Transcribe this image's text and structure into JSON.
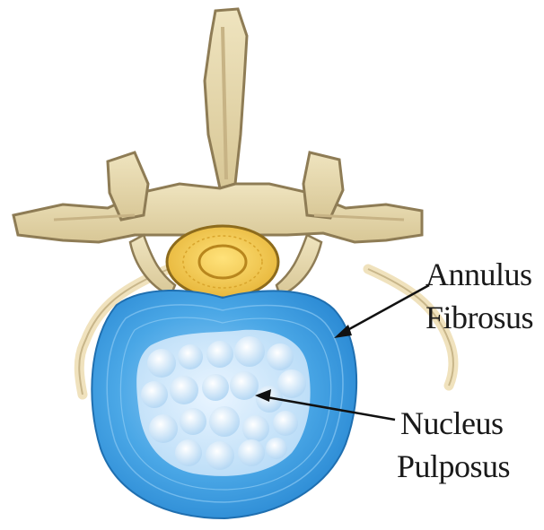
{
  "diagram": {
    "labels": {
      "annulus_line1": "Annulus",
      "annulus_line2": "Fibrosus",
      "nucleus_line1": "Nucleus",
      "nucleus_line2": "Pulposus"
    },
    "colors": {
      "bone": "#e8dbb0",
      "bone_shadow": "#b7a57a",
      "cord": "#f1c84a",
      "disc": "#3f9ee0",
      "nucleus": "#cfe6fb"
    }
  }
}
